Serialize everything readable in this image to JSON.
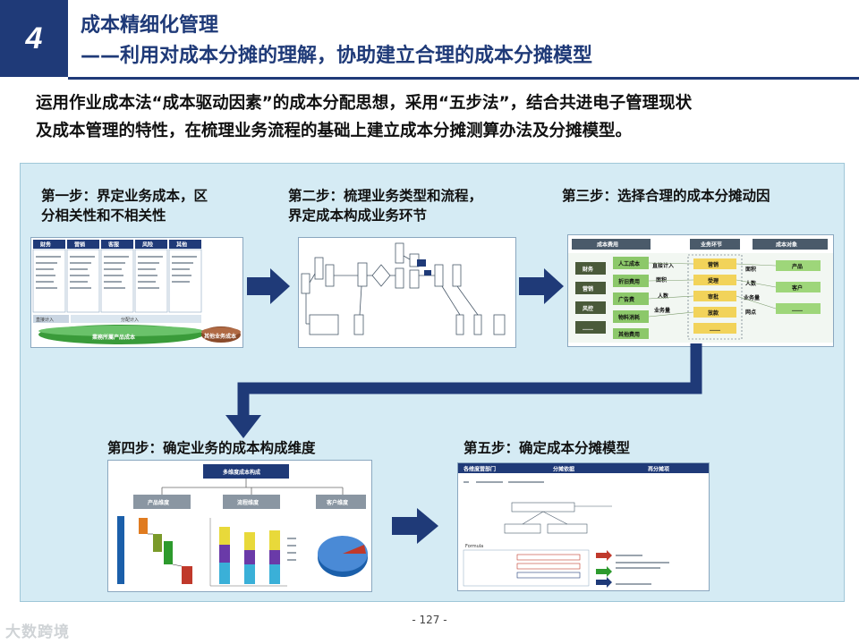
{
  "header": {
    "section_number": "4",
    "title": "成本精细化管理",
    "subtitle": "——利用对成本分摊的理解，协助建立合理的成本分摊模型"
  },
  "intro": {
    "line1": "运用作业成本法“成本驱动因素”的成本分配思想，采用“五步法”，结合共进电子管理现状",
    "line2": "及成本管理的特性，在梳理业务流程的基础上建立成本分摊测算办法及分摊模型。"
  },
  "steps": [
    {
      "title_l1": "第一步：界定业务成本，区",
      "title_l2": "分相关性和不相关性"
    },
    {
      "title_l1": "第二步：梳理业务类型和流程，",
      "title_l2": "界定成本构成业务环节"
    },
    {
      "title_l1": "第三步：选择合理的成本分摊动因",
      "title_l2": ""
    },
    {
      "title_l1": "第四步：确定业务的成本构成维度",
      "title_l2": ""
    },
    {
      "title_l1": "第五步：确定成本分摊模型",
      "title_l2": ""
    }
  ],
  "thumb1": {
    "columns": [
      "财务",
      "营销",
      "客服",
      "风险",
      "其他"
    ],
    "label_direct": "直接计入",
    "label_alloc": "分配计入",
    "label_product": "業務所屬产品成本",
    "label_other": "其他业务成本"
  },
  "thumb3": {
    "col_cost": "成本费用",
    "col_link": "业务环节",
    "col_object": "成本对象",
    "left_items": [
      "财务",
      "营销",
      "风控",
      "……"
    ],
    "mid_items": [
      "人工成本",
      "折旧费用",
      "广告费",
      "物料消耗",
      "其他费用"
    ],
    "drivers": [
      "直接计入",
      "面积",
      "人数",
      "业务量"
    ],
    "links": [
      "营销",
      "受理",
      "审批",
      "放款",
      "……"
    ],
    "drivers2": [
      "面积",
      "人数",
      "业务量",
      "网点"
    ],
    "objects": [
      "产品",
      "客户",
      "……"
    ]
  },
  "thumb4": {
    "title": "多维度成本构成",
    "dims": [
      "产品维度",
      "流程维度",
      "客户维度"
    ]
  },
  "thumb5": {
    "col1": "各维度营部门",
    "col2": "分摊依据",
    "col3": "再分摊项",
    "label_formula": "Formula"
  },
  "footer": {
    "page_number": "- 127 -",
    "watermark": "大数跨境"
  },
  "colors": {
    "brand_navy": "#1f3a78",
    "panel_bg": "#d5ebf4",
    "green_btn": "#7fbf5a",
    "gray_btn": "#8a96a2"
  }
}
